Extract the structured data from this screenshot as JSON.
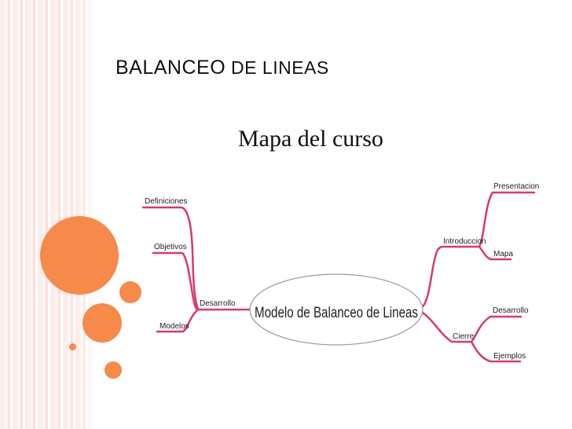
{
  "slide": {
    "title_first_word": "BALANCEO",
    "title_rest": " DE LINEAS",
    "subtitle": "Mapa del curso"
  },
  "mindmap": {
    "center": "Modelo de Balanceo de Lineas",
    "left_branch": "Desarrollo",
    "left_children": [
      "Definiciones",
      "Objetivos",
      "Modelos"
    ],
    "right_branch_top": "Introduccion",
    "right_top_children": [
      "Presentacion",
      "Mapa"
    ],
    "right_branch_bottom": "Cierre",
    "right_bottom_children": [
      "Desarrollo",
      "Ejemplos"
    ],
    "line_color": "#d83a6a"
  },
  "decor": {
    "accent": "#f58a4b"
  }
}
